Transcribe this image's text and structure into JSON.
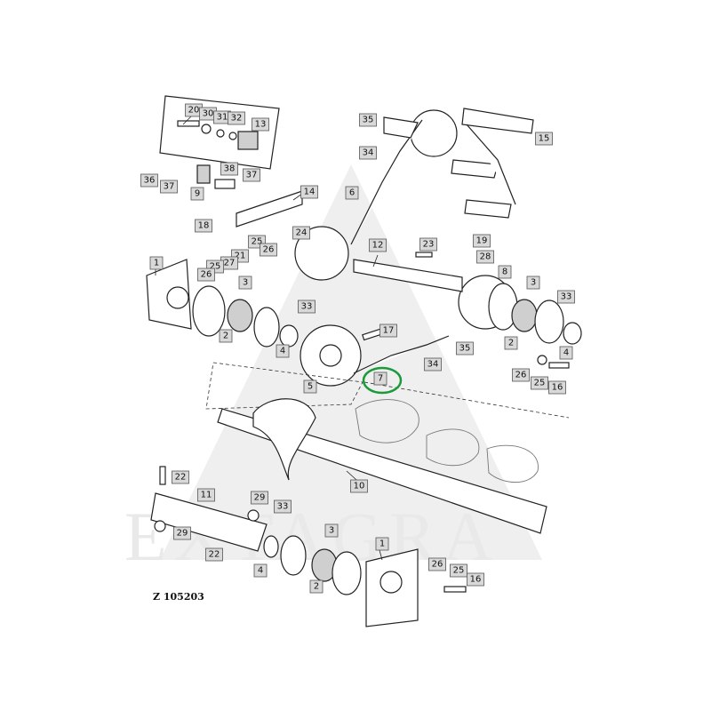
{
  "watermark": "EXTAGRA",
  "drawing_number": "Z 105203",
  "highlighted_callout": "7",
  "highlight_color": "#1a9a3a",
  "callouts": [
    "20",
    "30",
    "31",
    "32",
    "13",
    "36",
    "37",
    "9",
    "38",
    "37",
    "14",
    "18",
    "24",
    "25",
    "26",
    "21",
    "27",
    "25",
    "26",
    "1",
    "3",
    "2",
    "4",
    "33",
    "5",
    "12",
    "23",
    "19",
    "28",
    "8",
    "35",
    "15",
    "34",
    "6",
    "17",
    "34",
    "35",
    "7",
    "3",
    "33",
    "2",
    "4",
    "26",
    "25",
    "16",
    "10",
    "22",
    "11",
    "29",
    "33",
    "29",
    "22",
    "4",
    "3",
    "2",
    "1",
    "26",
    "25",
    "16"
  ]
}
